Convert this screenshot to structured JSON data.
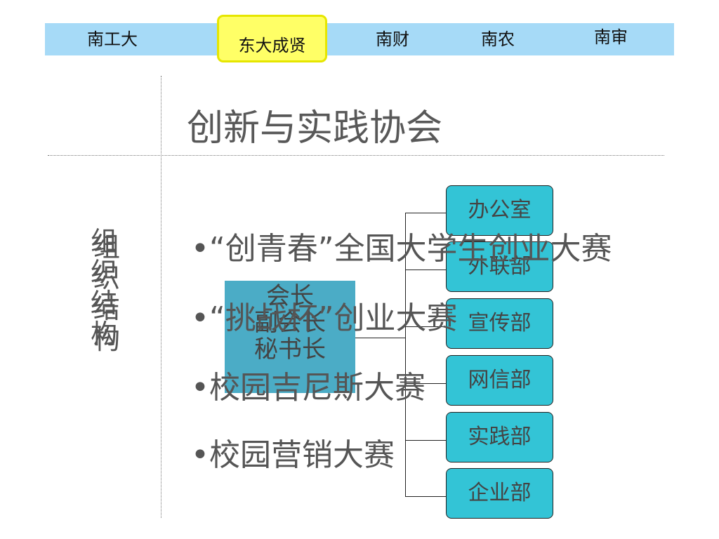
{
  "nav": {
    "tabs": [
      {
        "label": "南工大"
      },
      {
        "label": "东大成贤"
      },
      {
        "label": "南财"
      },
      {
        "label": "南农"
      },
      {
        "label": "南审"
      }
    ],
    "active_index": 1,
    "bar_color": "#a6daf7",
    "active_color": "#ffff66"
  },
  "title": "创新与实践协会",
  "side_label": {
    "col1": [
      "组",
      "织",
      "结",
      "构"
    ],
    "col2": [
      "组",
      "织",
      "结",
      "构"
    ]
  },
  "org_chart": {
    "leadership": [
      "会长",
      "副会长",
      "秘书长"
    ],
    "departments": [
      "办公室",
      "外联部",
      "宣传部",
      "网信部",
      "实践部",
      "企业部"
    ],
    "box_color": "#4bacc6",
    "dept_color": "#33c4d6"
  },
  "bullets": [
    "•“创青春”全国大学生创业大赛",
    "•“挑战杯”创业大赛",
    "•校园吉尼斯大赛",
    "•校园营销大赛"
  ]
}
